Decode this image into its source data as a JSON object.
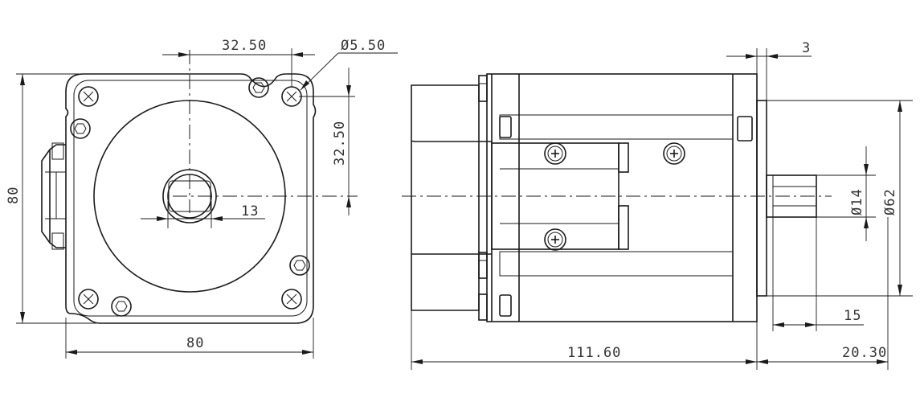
{
  "front_view": {
    "dim_hole_spacing_h": "32.50",
    "dim_hole_dia": "Ø5.50",
    "dim_hole_spacing_v": "32.50",
    "dim_shaft_dia": "13",
    "dim_height": "80",
    "dim_width": "80"
  },
  "side_view": {
    "dim_flange_thickness": "3",
    "dim_shaft_dia": "Ø14",
    "dim_pilot_dia": "Ø62",
    "dim_key_length": "15",
    "dim_body_length": "111.60",
    "dim_shaft_length": "20.30"
  }
}
